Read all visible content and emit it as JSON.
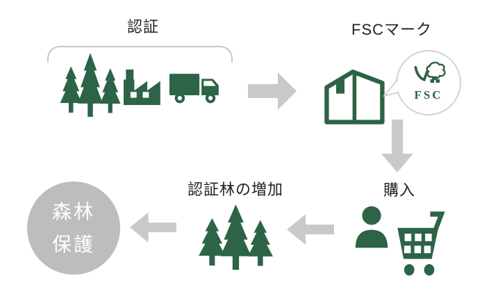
{
  "diagram": {
    "steps": {
      "certification": {
        "label": "認証"
      },
      "fsc_mark": {
        "label": "FSCマーク"
      },
      "purchase": {
        "label": "購入"
      },
      "certified_forest_increase": {
        "label": "認証林の増加"
      },
      "forest_protection": {
        "line1": "森林",
        "line2": "保護"
      }
    },
    "fsc_logo": {
      "text": "FSC"
    },
    "icons": {
      "certified_sources": [
        "trees-icon",
        "factory-icon",
        "truck-icon"
      ],
      "product": [
        "box-icon",
        "fsc-logo-icon"
      ],
      "purchase": [
        "person-icon",
        "shopping-cart-icon"
      ],
      "forest": [
        "trees-icon"
      ]
    },
    "colors": {
      "green": "#2d6346",
      "arrow_gray": "#c9c9c9",
      "bracket_gray": "#c6c6c6",
      "circle_gray": "#bdbdbd",
      "bubble_border": "#d2d2d2",
      "text": "#222222",
      "background": "#ffffff"
    }
  }
}
